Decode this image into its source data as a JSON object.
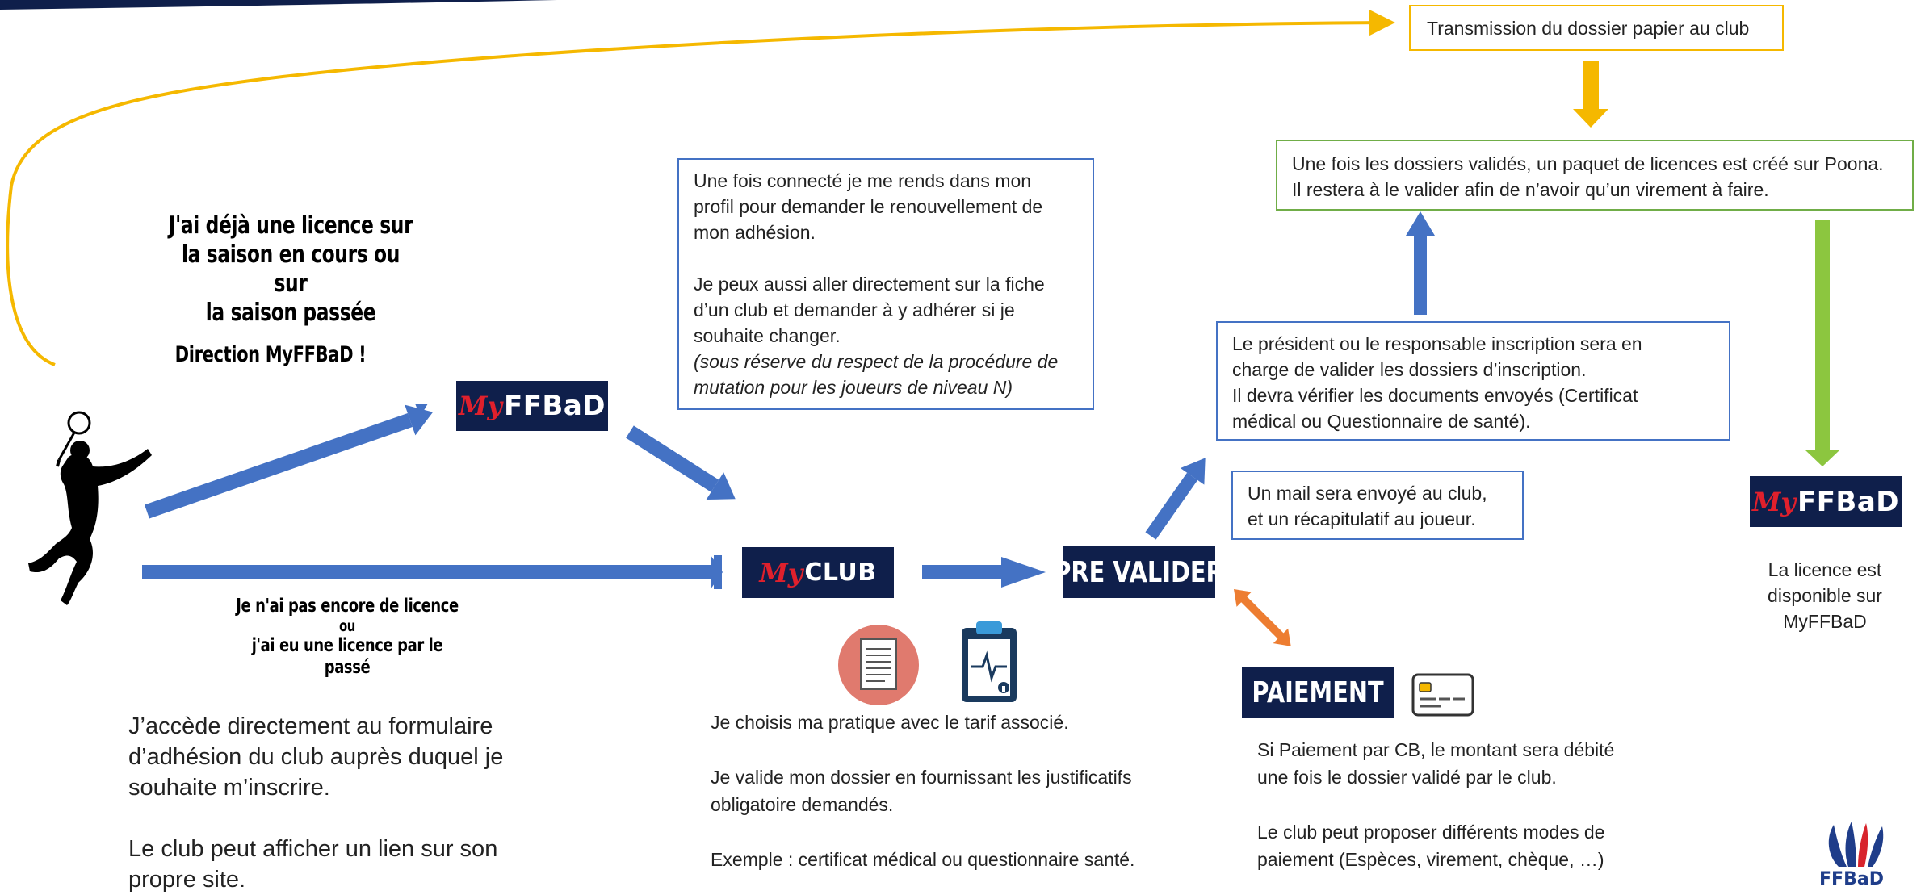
{
  "colors": {
    "navy": "#0f1f4b",
    "blue_arrow": "#4472c4",
    "gold": "#f5b800",
    "green": "#8cc63f",
    "orange": "#ed7d31",
    "red": "#e0202c"
  },
  "top_note": {
    "line1": "J'ai déjà une licence sur",
    "line2": "la saison en cours ou sur",
    "line3": "la saison passée",
    "direction": "Direction MyFFBaD !"
  },
  "bottom_note": {
    "line1": "Je n'ai pas encore de licence",
    "line2": "ou",
    "line3": "j'ai eu une licence par le",
    "line4": "passé"
  },
  "left_text": {
    "p1_l1": "J’accède directement au formulaire",
    "p1_l2": "d’adhésion du club auprès duquel je",
    "p1_l3": "souhaite m’inscrire.",
    "p2_l1": "Le club peut afficher un lien sur son",
    "p2_l2": "propre site."
  },
  "badges": {
    "my_mark": "My",
    "myffbad_brand": "FFBaD",
    "club_brand": "CLUB",
    "pre_valider": "PRE VALIDER",
    "paiement": "PAIEMENT",
    "final_brand": "FFBaD"
  },
  "profile_box": {
    "l1": "Une fois connecté je me rends dans mon",
    "l2": "profil pour demander le renouvellement de",
    "l3": "mon adhésion.",
    "l4": "Je peux aussi aller directement sur la fiche",
    "l5": "d’un club et demander à y adhérer si je",
    "l6": "souhaite changer.",
    "l7": "(sous réserve du respect de la procédure de",
    "l8": "mutation pour les joueurs de niveau N)"
  },
  "club_text": {
    "l1": "Je choisis ma pratique avec le tarif associé.",
    "l2": "Je valide mon dossier en fournissant les justificatifs",
    "l3": "obligatoire demandés.",
    "l4": "Exemple : certificat médical ou questionnaire santé."
  },
  "president_box": {
    "l1": "Le président ou le responsable inscription sera en",
    "l2": "charge de valider les dossiers d’inscription.",
    "l3": "Il devra vérifier les documents envoyés (Certificat",
    "l4": "médical ou Questionnaire de santé)."
  },
  "mail_box": {
    "l1": "Un mail sera envoyé au club,",
    "l2": "et un récapitulatif au joueur."
  },
  "payment_text": {
    "l1": "Si Paiement par CB, le montant sera débité",
    "l2": "une fois le dossier validé par le club.",
    "l3": "Le club peut proposer différents modes de",
    "l4": "paiement (Espèces, virement, chèque, …)"
  },
  "transmission_box": {
    "text": "Transmission du dossier papier au club"
  },
  "validated_box": {
    "l1": "Une fois les dossiers validés, un paquet de licences est créé sur Poona.",
    "l2": "Il restera à le valider afin de n’avoir qu’un virement à faire."
  },
  "final_text": {
    "l1": "La licence est",
    "l2": "disponible sur",
    "l3": "MyFFBaD"
  },
  "corner_logo": {
    "text": "FFBaD"
  }
}
